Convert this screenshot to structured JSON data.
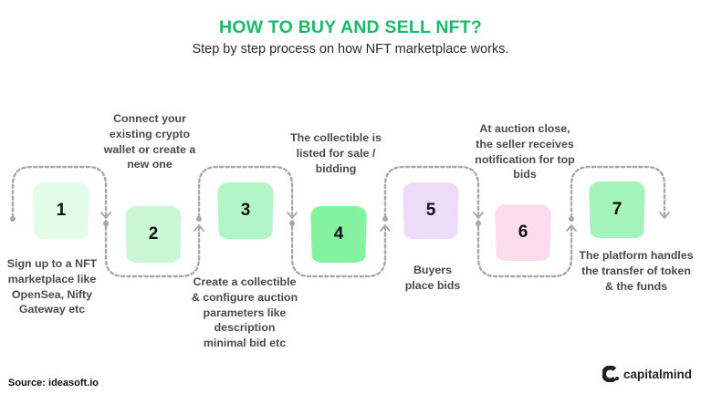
{
  "header": {
    "title": "HOW TO BUY AND SELL NFT?",
    "subtitle": "Step by step process on how NFT marketplace works."
  },
  "colors": {
    "title": "#1db96a",
    "connector": "#a8a8a8",
    "step_fills": [
      "#e3fbe9",
      "#cbf7d6",
      "#b3f5c6",
      "#84f29e",
      "#ecdcfa",
      "#fbdcec",
      "#a4f3bb"
    ]
  },
  "steps": [
    {
      "number": "1",
      "label": "Sign up to a NFT\nmarketplace like\nOpenSea, Nifty\nGateway etc",
      "label_position": "below"
    },
    {
      "number": "2",
      "label": "Connect your\nexisting crypto\nwallet or create a\nnew one",
      "label_position": "above"
    },
    {
      "number": "3",
      "label": "Create a collectible\n& configure auction\nparameters like\ndescription\nminimal bid etc",
      "label_position": "below"
    },
    {
      "number": "4",
      "label": "The collectible is\nlisted for sale /\nbidding",
      "label_position": "above"
    },
    {
      "number": "5",
      "label": "Buyers\nplace bids",
      "label_position": "below"
    },
    {
      "number": "6",
      "label": "At auction close,\nthe seller receives\nnotification for top\nbids",
      "label_position": "above"
    },
    {
      "number": "7",
      "label": "The platform handles\nthe transfer of token\n& the funds",
      "label_position": "below"
    }
  ],
  "footer": {
    "source": "Source: ideasoft.io",
    "brand": "capitalmind"
  }
}
